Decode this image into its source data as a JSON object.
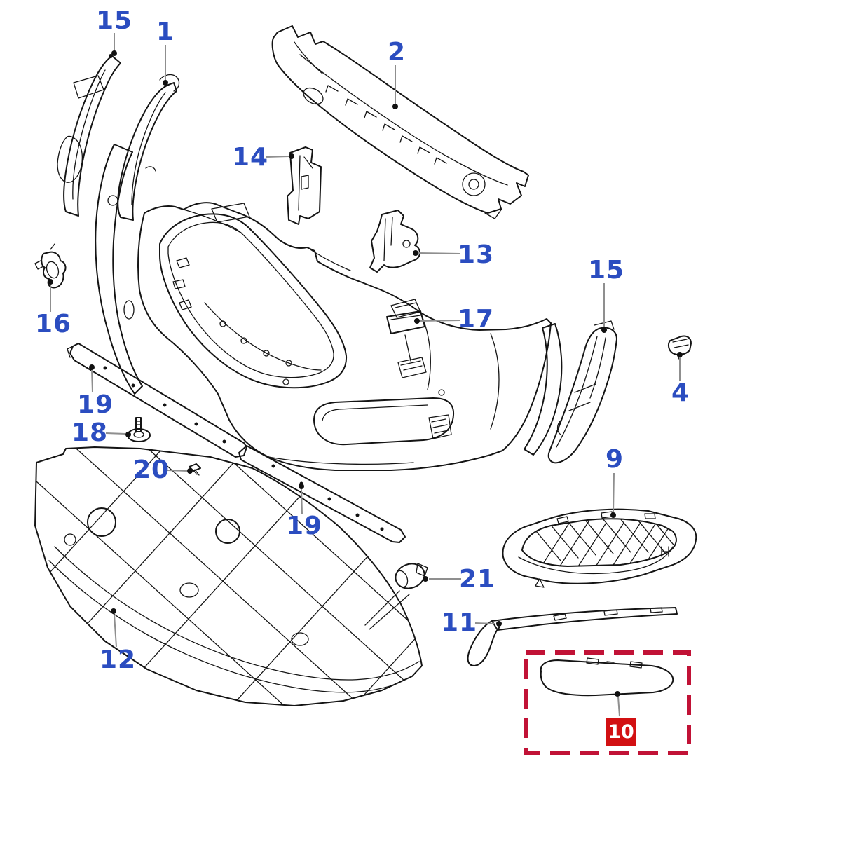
{
  "diagram": {
    "type": "exploded-parts-diagram",
    "subject": "front bumper assembly",
    "colors": {
      "background": "#ffffff",
      "line": "#141414",
      "label_blue": "#2b4dc0",
      "leader_gray": "#8f8f8f",
      "highlight_box": "#c11236",
      "badge_bg": "#d21012",
      "badge_text": "#ffffff"
    },
    "callouts": [
      {
        "id": "15-left",
        "label": "15"
      },
      {
        "id": "1",
        "label": "1"
      },
      {
        "id": "2",
        "label": "2"
      },
      {
        "id": "14",
        "label": "14"
      },
      {
        "id": "13",
        "label": "13"
      },
      {
        "id": "16",
        "label": "16"
      },
      {
        "id": "17",
        "label": "17"
      },
      {
        "id": "15-right",
        "label": "15"
      },
      {
        "id": "4",
        "label": "4"
      },
      {
        "id": "19-upper",
        "label": "19"
      },
      {
        "id": "18",
        "label": "18"
      },
      {
        "id": "20",
        "label": "20"
      },
      {
        "id": "9",
        "label": "9"
      },
      {
        "id": "19-lower",
        "label": "19"
      },
      {
        "id": "12",
        "label": "12"
      },
      {
        "id": "21",
        "label": "21"
      },
      {
        "id": "11",
        "label": "11"
      }
    ],
    "highlighted": {
      "label": "10"
    }
  }
}
